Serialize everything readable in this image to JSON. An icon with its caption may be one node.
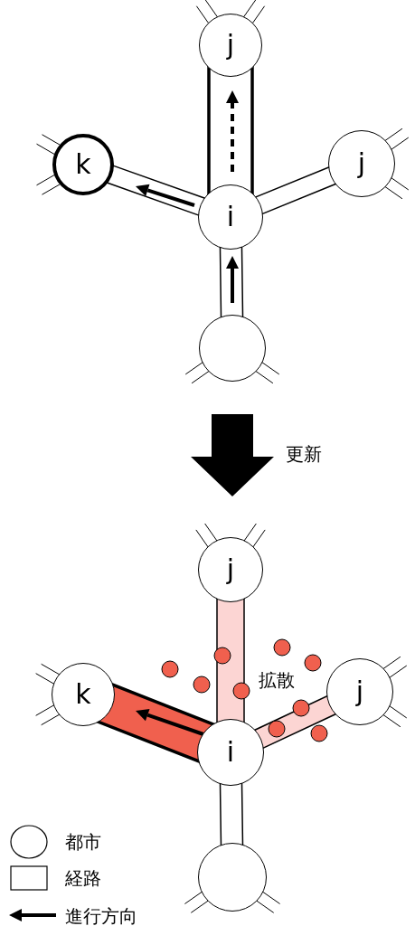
{
  "diagram": {
    "nodes": [
      {
        "text": [
          "j"
        ]
      },
      {
        "text": [
          "k"
        ]
      },
      {
        "text": [
          "j"
        ]
      },
      {
        "text": [
          "i"
        ]
      },
      {
        "text": [],
        "shape": "circle"
      },
      {
        "text": [
          "j"
        ]
      },
      {
        "text": [
          "k"
        ]
      },
      {
        "text": [
          "j"
        ]
      },
      {
        "text": [
          "i"
        ]
      },
      {
        "text": [],
        "shape": "circle"
      }
    ],
    "edges": [
      {
        "from": 3,
        "to": 0,
        "arrow": "none",
        "style": "thick"
      },
      {
        "from": 3,
        "to": 1,
        "arrow": "none"
      },
      {
        "from": 3,
        "to": 2,
        "arrow": "none"
      },
      {
        "from": 4,
        "to": 3,
        "arrow": "none"
      },
      {
        "from": 8,
        "to": 5,
        "arrow": "none",
        "color": "#fcd5d3"
      },
      {
        "from": 8,
        "to": 6,
        "arrow": "none",
        "style": "thick",
        "color": "#f0604e"
      },
      {
        "from": 8,
        "to": 7,
        "arrow": "none",
        "color": "#fcd5d3"
      },
      {
        "from": 9,
        "to": 8,
        "arrow": "none"
      }
    ],
    "labels": [
      "更新",
      "拡散"
    ],
    "legend": [
      {
        "text": "都市"
      },
      {
        "text": "経路"
      },
      {
        "text": "進行方向"
      }
    ]
  }
}
